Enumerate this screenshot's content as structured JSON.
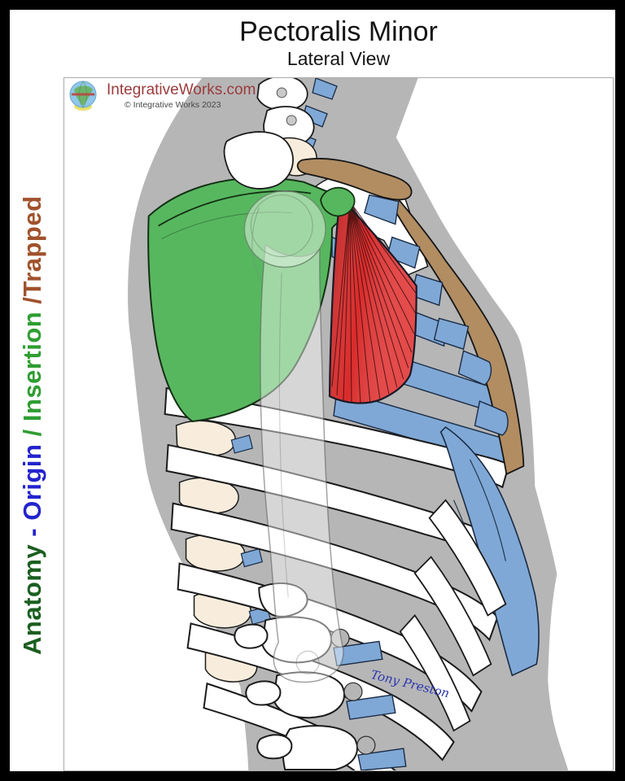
{
  "title": {
    "main": "Pectoralis Minor",
    "subtitle": "Lateral View"
  },
  "branding": {
    "site": "IntegrativeWorks.com",
    "copyright": "© Integrative Works 2023",
    "logo_icon": "globe-logo"
  },
  "left_label": {
    "full_text": "Anatomy - Origin / Insertion /Trapped",
    "segments": [
      {
        "text": "Anatomy",
        "color": "#1B5E20",
        "css": "color:#1B5E20"
      },
      {
        "text": " - ",
        "color": "#2323CE",
        "css": "color:#2323CE"
      },
      {
        "text": "Origin",
        "color": "#2323CE",
        "css": "color:#2323CE"
      },
      {
        "text": " / ",
        "color": "#2F9D32",
        "css": "color:#2F9D32"
      },
      {
        "text": "Insertion",
        "color": "#2F9D32",
        "css": "color:#2F9D32"
      },
      {
        "text": " /",
        "color": "#A0522D",
        "css": "color:#A0522D"
      },
      {
        "text": "Trapped",
        "color": "#A0522D",
        "css": "color:#A0522D"
      }
    ]
  },
  "figure": {
    "subject": "Lateral view of thorax showing the pectoralis minor muscle",
    "signature": "Tony Preston",
    "signature_color": "#2B36B0",
    "parts": {
      "body": {
        "label": "body silhouette",
        "fill": "#B6B6B7",
        "outline": "#8C1218"
      },
      "muscle": {
        "label": "pectoralis minor",
        "fill": "#D92B2B"
      },
      "scapula": {
        "label": "scapula",
        "fill": "#57B75F"
      },
      "clavicle": {
        "label": "clavicle",
        "fill": "#B28D62"
      },
      "sternum": {
        "label": "sternum",
        "fill": "#B28D62"
      },
      "cartilage": {
        "label": "costal cartilage",
        "fill": "#7FA8D6"
      },
      "ribs": {
        "label": "ribs",
        "fill": "#FFFFFF"
      },
      "posterior": {
        "label": "posterior ribs vertebrae",
        "fill": "#F8EDDC"
      },
      "humerus": {
        "label": "humerus overlay",
        "fill": "rgba(255,255,255,0.55)"
      }
    }
  }
}
